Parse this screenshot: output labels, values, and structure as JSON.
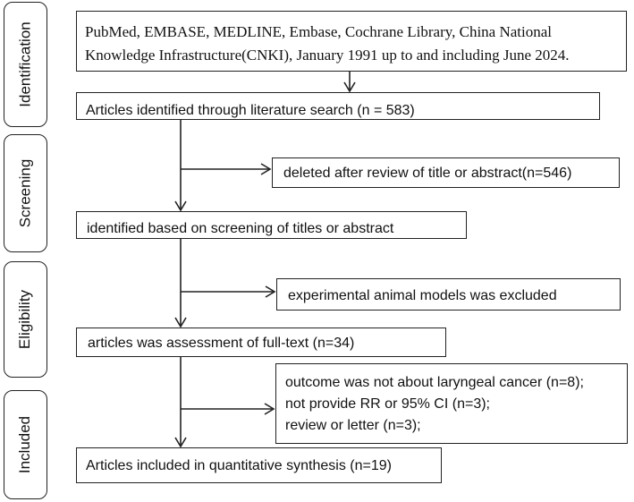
{
  "phases": {
    "identification": "Identification",
    "screening": "Screening",
    "eligibility": "Eligibility",
    "included": "Included"
  },
  "boxes": {
    "sources": {
      "line1": "PubMed, EMBASE, MEDLINE, Embase, Cochrane Library, China National",
      "line2": "Knowledge Infrastructure(CNKI), January 1991 up to and including June 2024."
    },
    "identified": "Articles identified through literature search (n = 583)",
    "deleted": "deleted after review of title or abstract(n=546)",
    "screened": "identified based on screening of titles or abstract",
    "animal": "experimental animal models was excluded",
    "fulltext": "articles was assessment of full-text (n=34)",
    "excluded": {
      "line1": "outcome was not about laryngeal cancer (n=8);",
      "line2": "not provide RR or 95% CI (n=3);",
      "line3": "review or letter (n=3);"
    },
    "included": "Articles included in quantitative synthesis (n=19)"
  }
}
